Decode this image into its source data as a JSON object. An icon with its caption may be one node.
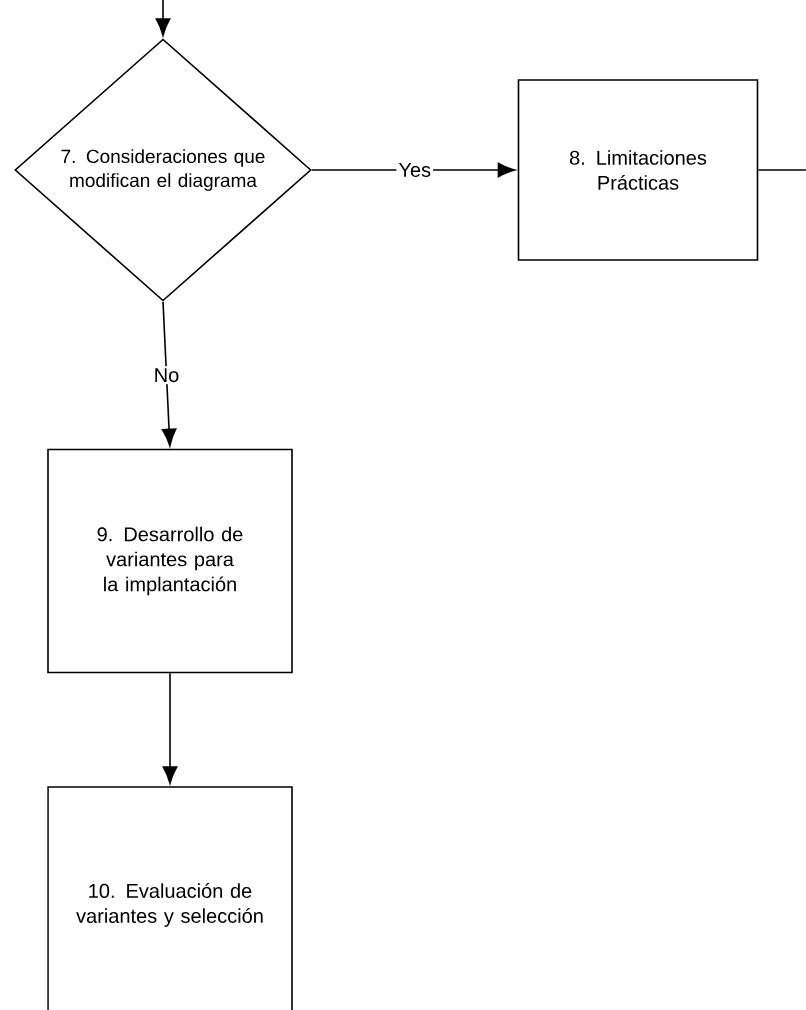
{
  "diagram": {
    "nodes": [
      {
        "text": [
          "7. Consideraciones que modifican el diagrama"
        ]
      },
      {
        "text": [
          "8. Limitaciones Prácticas"
        ]
      },
      {
        "text": [
          "9. Desarrollo de variantes para la implantación"
        ]
      },
      {
        "text": [
          "10. Evaluación de variantes y selección"
        ]
      }
    ],
    "edges": [
      {
        "from": null,
        "to": 0,
        "arrow": "to"
      },
      {
        "from": 0,
        "to": 1,
        "arrow": "to",
        "label": "Yes"
      },
      {
        "from": 1,
        "to": null,
        "arrow": "none"
      },
      {
        "from": 0,
        "to": 2,
        "arrow": "to",
        "label": "No"
      },
      {
        "from": 2,
        "to": 3,
        "arrow": "to"
      }
    ]
  }
}
